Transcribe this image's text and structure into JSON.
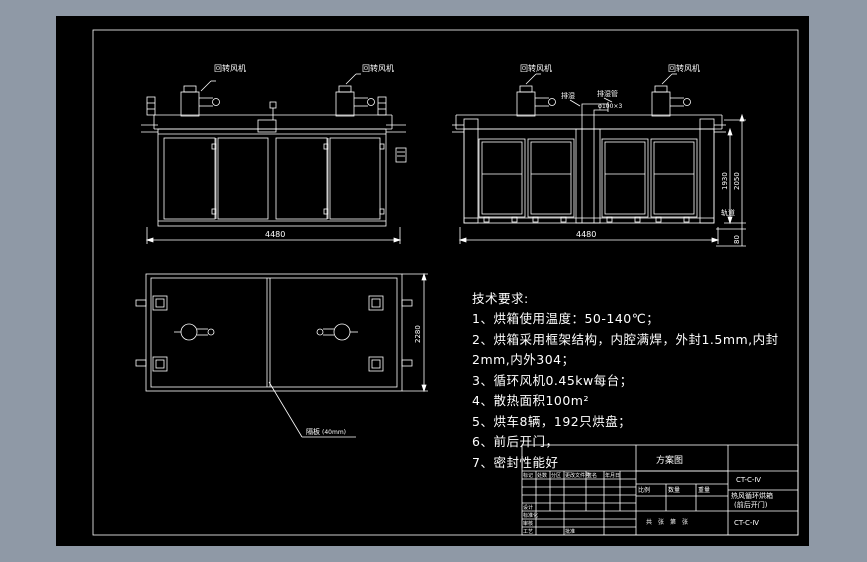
{
  "labels": {
    "return_air_left": "回转风机",
    "return_air_right": "回转风机",
    "return_air_side_left": "回转风机",
    "return_air_side_right": "回转风机",
    "exhaust_damper": "排湿",
    "outlet_pipe": "排湿管",
    "outlet_dim": "φ100×3",
    "baffle": "隔板",
    "baffle_dim": "(40mm)"
  },
  "dimensions": {
    "front_width": "4480",
    "side_width": "4480",
    "plan_depth": "2280",
    "height_inner": "1930",
    "height_total": "2050",
    "rail_label": "轨道",
    "base_height": "80"
  },
  "notes": {
    "heading": "技术要求:",
    "line1": "1、烘箱使用温度：50-140℃；",
    "line2a": "2、烘箱采用框架结构，内腔满焊，外封1.5mm,内封",
    "line2b": "2mm,内外304；",
    "line3": "3、循环风机0.45kw每台；",
    "line4": "4、散热面积100m²",
    "line5": "5、烘车8辆，192只烘盘；",
    "line6": "6、前后开门，",
    "line7": "7、密封性能好"
  },
  "title_block": {
    "title": "方案图",
    "drawing_no": "CT-C-Ⅳ",
    "product_name": "热风循环烘箱",
    "product_sub": "(前后开门)",
    "drawing_no_2": "CT-C-Ⅳ",
    "scale_label": "比例",
    "qty_label": "数量",
    "weight_label": "重量",
    "sheet_label": "共　张　第　张",
    "cells": [
      "标记",
      "处数",
      "分区",
      "更改文件号",
      "签名",
      "年月日",
      "设计",
      "标准化",
      "审核",
      "工艺",
      "批准"
    ]
  },
  "colors": {
    "line": "#ffffff",
    "background": "#000000",
    "page": "#8f99a6"
  }
}
